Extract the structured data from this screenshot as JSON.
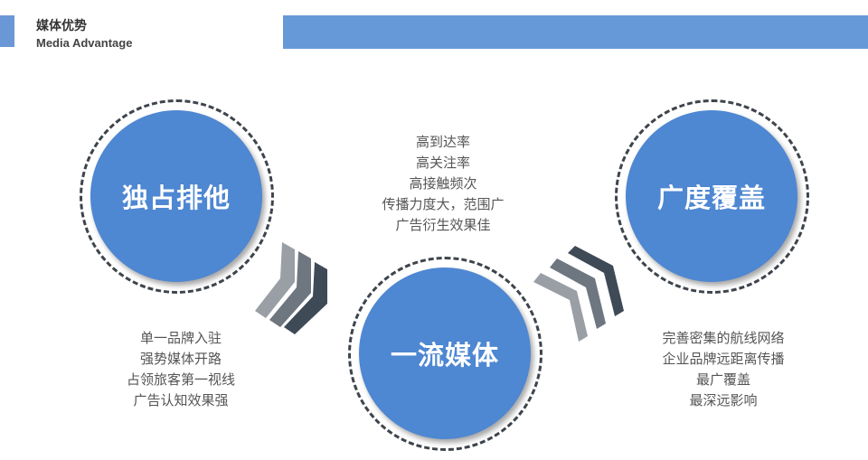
{
  "header": {
    "title": "媒体优势",
    "subtitle": "Media Advantage",
    "accent_color": "#6699d8"
  },
  "circles": [
    {
      "label": "独占排他",
      "color": "#4e87d2"
    },
    {
      "label": "一流媒体",
      "color": "#4e87d2"
    },
    {
      "label": "广度覆盖",
      "color": "#4e87d2"
    }
  ],
  "descriptions": {
    "left": [
      "单一品牌入驻",
      "强势媒体开路",
      "占领旅客第一视线",
      "广告认知效果强"
    ],
    "middle": [
      "高到达率",
      "高关注率",
      "高接触频次",
      "传播力度大，范围广",
      "广告衍生效果佳"
    ],
    "right": [
      "完善密集的航线网络",
      "企业品牌远距离传播",
      "最广覆盖",
      "最深远影响"
    ]
  },
  "chevron_colors": [
    "#9a9fa6",
    "#6e7680",
    "#3f4a57"
  ]
}
